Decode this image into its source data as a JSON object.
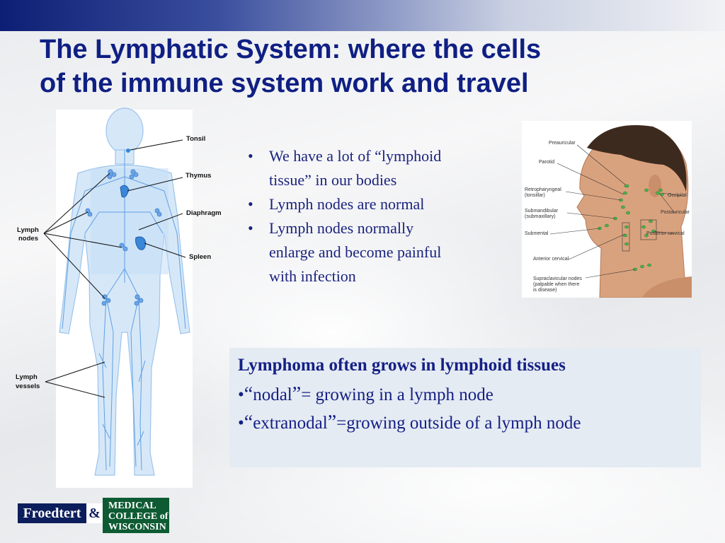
{
  "slide": {
    "title_line1": "The Lymphatic System: where the cells",
    "title_line2": "of the immune system work and travel"
  },
  "body_diagram": {
    "labels": {
      "tonsil": "Tonsil",
      "thymus": "Thymus",
      "diaphragm": "Diaphragm",
      "spleen": "Spleen",
      "lymph_nodes_1": "Lymph",
      "lymph_nodes_2": "nodes",
      "lymph_vessels_1": "Lymph",
      "lymph_vessels_2": "vessels"
    }
  },
  "bullets": [
    {
      "line1": "We have a lot of “lymphoid",
      "line2": "tissue” in our bodies"
    },
    {
      "line1": "Lymph nodes are normal"
    },
    {
      "line1": "Lymph nodes normally",
      "line2": "enlarge and become painful",
      "line3": "with infection"
    }
  ],
  "bullet_char": "•",
  "head_diagram": {
    "preauricular": "Preauricular",
    "parotid": "Parotid",
    "retropharyngeal_1": "Retropharyngeal",
    "retropharyngeal_2": "(tonsillar)",
    "submandibular_1": "Submandibular",
    "submandibular_2": "(submaxillary)",
    "submental": "Submental",
    "anterior_cervical": "Anterior cervical",
    "supraclavicular_1": "Supraclavicular nodes",
    "supraclavicular_2": "(palpable when there",
    "supraclavicular_3": "is disease)",
    "occipital": "Occipital",
    "postauricular": "Postauricular",
    "posterior_cervical": "Posterior cervical"
  },
  "info_box": {
    "heading": "Lymphoma often grows in lymphoid tissues",
    "line1_bullet": "•",
    "line1_open": "“",
    "line1_term": "nodal",
    "line1_close": "”",
    "line1_rest": "= growing in a lymph node",
    "line2_bullet": "•",
    "line2_open": "“",
    "line2_term": "extranodal",
    "line2_close": "”",
    "line2_rest": "=growing outside of a lymph node"
  },
  "logo": {
    "froedtert": "Froedtert",
    "ampersand": "&",
    "mcw_line1": "MEDICAL",
    "mcw_line2": "COLLEGE of",
    "mcw_line3": "WISCONSIN"
  },
  "colors": {
    "title": "#0f1f83",
    "text": "#1a237e",
    "box_bg": "#e5ebf3",
    "lymph_blue": "#6aa6e8",
    "node_green": "#3aa43a"
  }
}
